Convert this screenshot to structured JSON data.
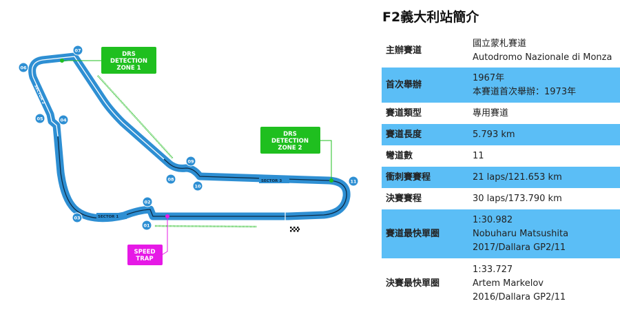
{
  "title": "F2義大利站簡介",
  "colors": {
    "track": "#2e8fd3",
    "row_highlight": "#5bbef6",
    "drs": "#1fbf1f",
    "speed_trap": "#e619e6"
  },
  "map": {
    "drs1": [
      "DRS",
      "DETECTION",
      "ZONE 1"
    ],
    "drs2": [
      "DRS",
      "DETECTION",
      "ZONE 2"
    ],
    "speed_trap": [
      "SPEED",
      "TRAP"
    ],
    "sectors": [
      "SECTOR 1",
      "SECTOR 2",
      "SECTOR 3"
    ],
    "turns": [
      "01",
      "02",
      "03",
      "04",
      "05",
      "06",
      "07",
      "08",
      "09",
      "10",
      "11"
    ],
    "finish_icon": "checkered-flag-icon"
  },
  "rows": [
    {
      "key": "主辦賽道",
      "lines": [
        "國立蒙札賽道",
        "Autodromo Nazionale di Monza"
      ]
    },
    {
      "key": "首次舉辦",
      "lines": [
        "1967年",
        "本賽道首次舉辦：1973年"
      ]
    },
    {
      "key": "賽道類型",
      "lines": [
        "專用賽道"
      ]
    },
    {
      "key": "賽道長度",
      "lines": [
        "5.793 km"
      ]
    },
    {
      "key": "彎道數",
      "lines": [
        "11"
      ]
    },
    {
      "key": "衝刺賽賽程",
      "lines": [
        "21 laps/121.653 km"
      ]
    },
    {
      "key": "決賽賽程",
      "lines": [
        "30 laps/173.790 km"
      ]
    },
    {
      "key": "賽道最快單圈",
      "lines": [
        "1:30.982",
        "Nobuharu Matsushita",
        "2017/Dallara GP2/11"
      ]
    },
    {
      "key": "決賽最快單圈",
      "lines": [
        "1:33.727",
        "Artem Markelov",
        "2016/Dallara GP2/11"
      ]
    }
  ]
}
